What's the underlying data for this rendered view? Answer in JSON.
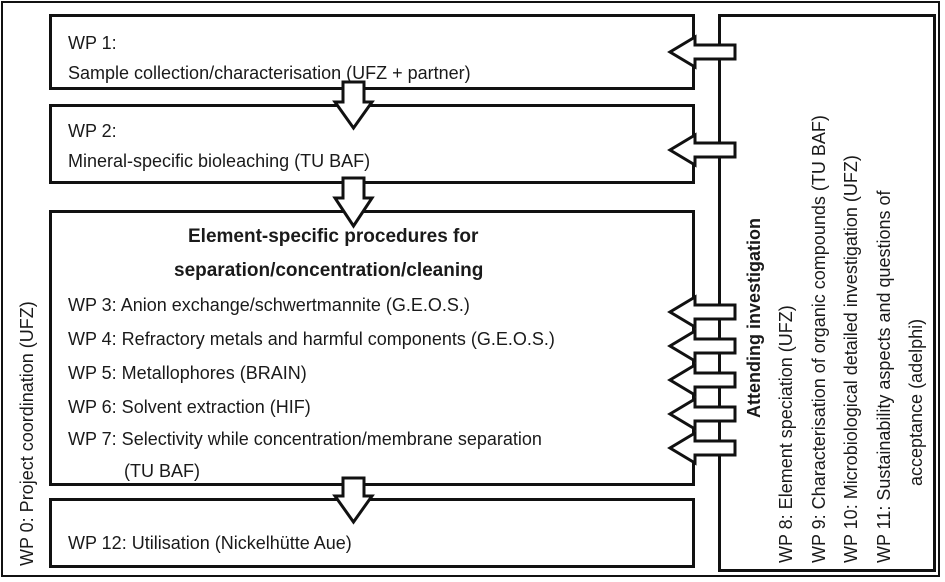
{
  "wp0": "WP 0: Project coordination (UFZ)",
  "wp1": {
    "title": "WP 1:",
    "desc": "Sample collection/characterisation (UFZ + partner)"
  },
  "wp2": {
    "title": "WP 2:",
    "desc": "Mineral-specific bioleaching (TU BAF)"
  },
  "element": {
    "heading_line1": "Element-specific procedures for",
    "heading_line2": "separation/concentration/cleaning",
    "items": [
      "WP 3: Anion exchange/schwertmannite (G.E.O.S.)",
      "WP 4: Refractory metals and harmful components (G.E.O.S.)",
      "WP 5: Metallophores (BRAIN)",
      "WP 6: Solvent extraction (HIF)",
      "WP 7: Selectivity while concentration/membrane separation",
      "(TU BAF)"
    ]
  },
  "wp12": "WP 12: Utilisation (Nickelhütte Aue)",
  "attending": {
    "heading": "Attending investigation",
    "items": [
      "WP 8: Element speciation (UFZ)",
      "WP 9: Characterisation of organic compounds (TU BAF)",
      "WP 10: Microbiological detailed investigation (UFZ)",
      "WP 11: Sustainability aspects and questions of",
      "acceptance (adelphi)"
    ]
  }
}
